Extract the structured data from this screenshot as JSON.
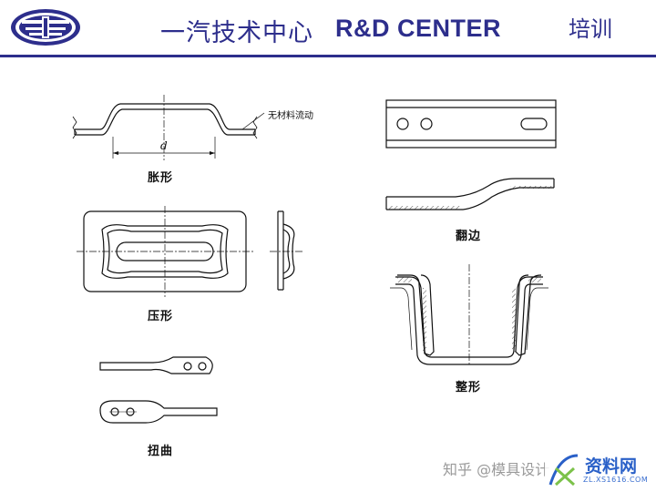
{
  "header": {
    "title_cn": "一汽技术中心",
    "title_en": "R&D CENTER",
    "section": "培训",
    "accent_color": "#2d2e8c",
    "logo_icon": "faw-logo-icon"
  },
  "figures": {
    "bulging": {
      "caption": "胀形",
      "note": "无材料流动",
      "dimension_label": "d"
    },
    "embossing": {
      "caption": "压形"
    },
    "twisting": {
      "caption": "扭曲"
    },
    "flanging": {
      "caption": "翻边"
    },
    "sizing": {
      "caption": "整形"
    }
  },
  "watermark": {
    "text": "知乎 @模具设计",
    "badge_text": "资料网",
    "badge_url": "ZL.XS1616.COM"
  }
}
